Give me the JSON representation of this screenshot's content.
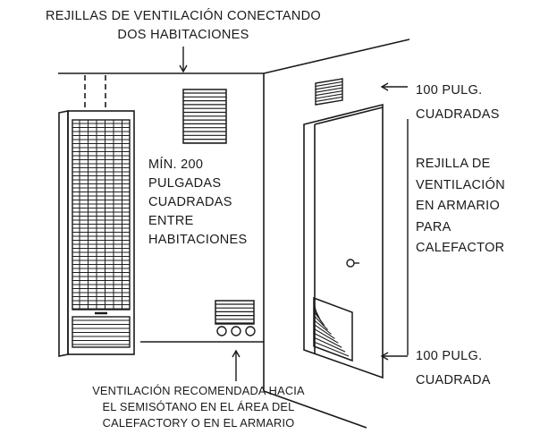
{
  "labels": {
    "top_vent": [
      "REJILLAS DE VENTILACIÓN CONECTANDO",
      "DOS HABITACIONES"
    ],
    "between_rooms": [
      "MÍN. 200",
      "PULGADAS",
      "CUADRADAS",
      "ENTRE",
      "HABITACIONES"
    ],
    "upper_grille": [
      "100 PULG.",
      "CUADRADAS"
    ],
    "closet_vent": [
      "REJILLA DE",
      "VENTILACIÓN",
      "EN ARMARIO",
      "PARA",
      "CALEFACTOR"
    ],
    "lower_grille": [
      "100 PULG.",
      "CUADRADA"
    ],
    "basement_vent": [
      "VENTILACIÓN RECOMENDADA HACIA",
      "EL SEMISÓTANO  EN EL ÁREA DEL",
      "CALEFACTORY O EN EL ARMARIO"
    ]
  },
  "colors": {
    "line": "#1a1a1a",
    "background": "#ffffff"
  }
}
